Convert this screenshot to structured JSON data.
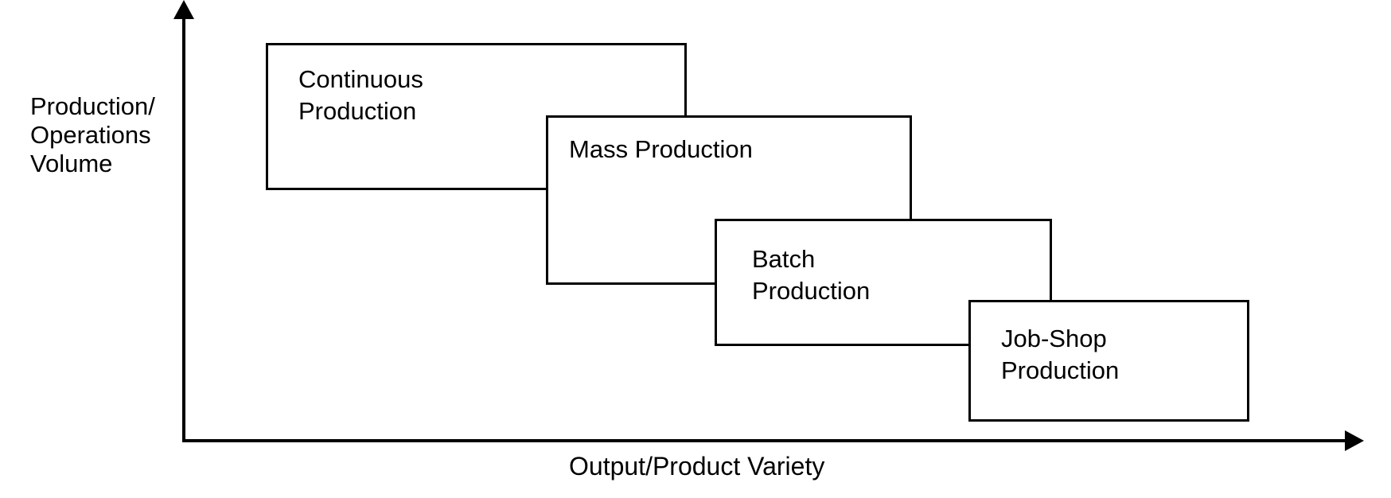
{
  "diagram": {
    "type": "production-systems-volume-variety-tradeoff",
    "y_axis_label": "Production/\nOperations\nVolume",
    "x_axis_label": "Output/Product Variety",
    "boxes": [
      {
        "id": "continuous-production",
        "label": "Continuous\nProduction"
      },
      {
        "id": "mass-production",
        "label": "Mass Production"
      },
      {
        "id": "batch-production",
        "label": "Batch\nProduction"
      },
      {
        "id": "job-shop-production",
        "label": "Job-Shop\nProduction"
      }
    ],
    "icons": [
      {
        "name": "arrow-up-icon",
        "meaning": "y-axis direction arrowhead"
      },
      {
        "name": "arrow-right-icon",
        "meaning": "x-axis direction arrowhead"
      }
    ],
    "colors": {
      "line": "#000000",
      "box_fill": "#ffffff",
      "text": "#000000",
      "background": "#ffffff"
    }
  }
}
